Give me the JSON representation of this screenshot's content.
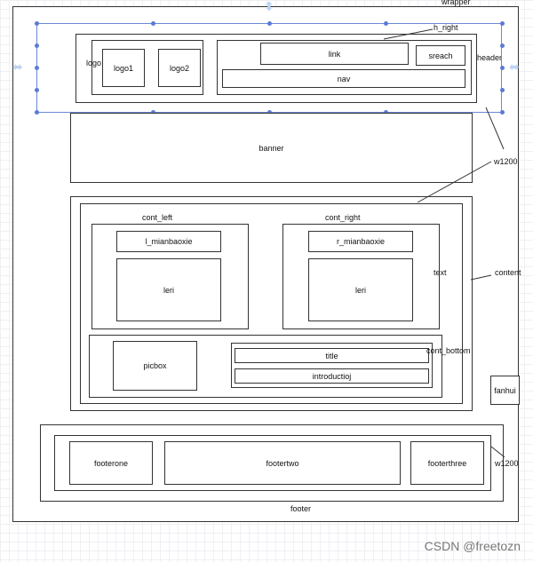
{
  "labels": {
    "wrapper": "wrapper",
    "h_right": "h_right",
    "header": "header",
    "logo": "logo",
    "logo1": "logo1",
    "logo2": "logo2",
    "link": "link",
    "search": "sreach",
    "nav": "nav",
    "banner": "banner",
    "w1200_top": "w1200",
    "content": "content",
    "cont_left": "cont_left",
    "cont_right": "cont_right",
    "l_mianbaoxie": "l_mianbaoxie",
    "r_mianbaoxie": "r_mianbaoxie",
    "leri_left": "leri",
    "leri_right": "leri",
    "text": "text",
    "cont_bottom": "cont_bottom",
    "picbox": "picbox",
    "title": "title",
    "introduction": "introductioj",
    "fanhui": "fanhui",
    "footerone": "footerone",
    "footertwo": "footertwo",
    "footerthree": "footerthree",
    "w1200_bottom": "w1200",
    "footer": "footer"
  },
  "watermark": "CSDN @freetozn",
  "colors": {
    "grid": "#eef0f4",
    "stroke": "#333333",
    "selection": "#6b88d8",
    "handle": "#5b7bd6",
    "resize_arrow": "#bcd4f2"
  }
}
